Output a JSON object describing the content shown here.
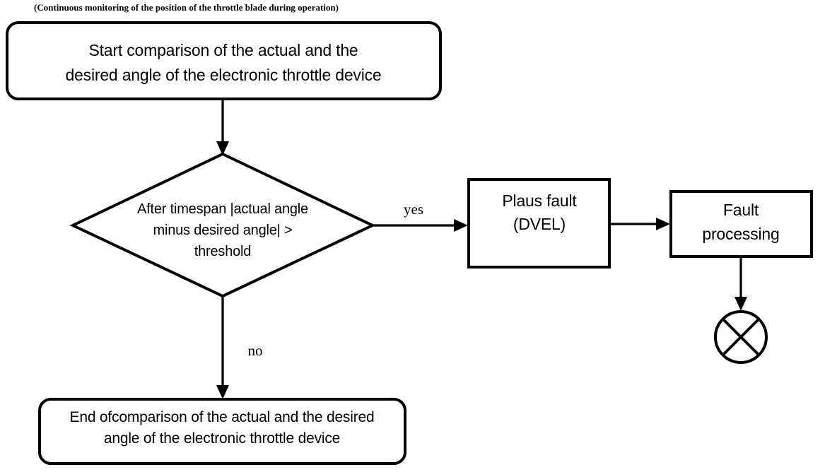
{
  "diagram": {
    "caption": "(Continuous monitoring of the position of the throttle blade during operation)",
    "colors": {
      "stroke": "#000000",
      "fill": "#ffffff",
      "background": "#ffffff"
    },
    "nodes": {
      "start": {
        "shape": "rounded-rectangle",
        "line1": "Start comparison of the actual and the",
        "line2": "desired angle of the electronic throttle device"
      },
      "decision": {
        "shape": "diamond",
        "line1": "After timespan |actual angle",
        "line2": "minus desired angle| >",
        "line3": "threshold"
      },
      "plaus_fault": {
        "shape": "rectangle",
        "line1": "Plaus fault",
        "line2": "(DVEL)"
      },
      "fault_processing": {
        "shape": "rectangle",
        "line1": "Fault",
        "line2": "processing"
      },
      "end": {
        "shape": "rounded-rectangle",
        "line1": "End ofcomparison of the actual and the desired",
        "line2": "angle of the electronic throttle device"
      },
      "terminator": {
        "shape": "crossed-circle",
        "label": ""
      }
    },
    "edges": {
      "start_to_decision": {
        "label": ""
      },
      "decision_yes": {
        "label": "yes"
      },
      "decision_no": {
        "label": "no"
      },
      "plaus_to_fault": {
        "label": ""
      },
      "fault_to_terminator": {
        "label": ""
      }
    }
  }
}
